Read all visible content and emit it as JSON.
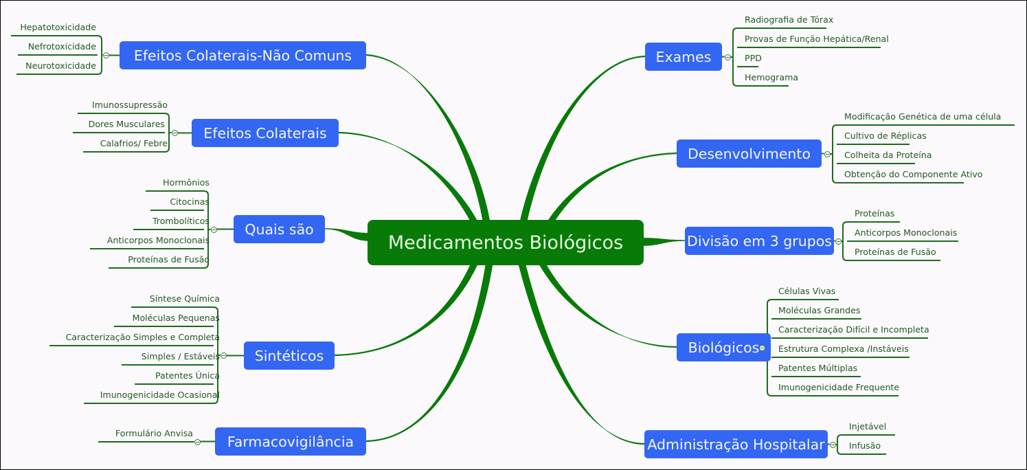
{
  "title": "Medicamentos Biológicos",
  "colors": {
    "central_bg": "#077a07",
    "topic_bg": "#3366f2",
    "branch": "#077a07",
    "leaf_line": "#1e6b1e",
    "leaf_text": "#1f5a1f",
    "background": "#fcf9fd"
  },
  "collapse_icon": "minus-circle-icon",
  "left_topics": [
    {
      "label": "Efeitos Colaterais-Não Comuns",
      "children": [
        "Hepatotoxicidade",
        "Nefrotoxicidade",
        "Neurotoxicidade"
      ]
    },
    {
      "label": "Efeitos Colaterais",
      "children": [
        "Imunossupressão",
        "Dores Musculares",
        "Calafrios/ Febre"
      ]
    },
    {
      "label": "Quais são",
      "children": [
        "Hormônios",
        "Citocinas",
        "Trombolíticos",
        "Anticorpos Monoclonais",
        "Proteínas de Fusão"
      ]
    },
    {
      "label": "Sintéticos",
      "children": [
        "Síntese Química",
        "Moléculas Pequenas",
        "Caracterização Simples e Completa",
        "Simples / Estáveis",
        "Patentes Única",
        "Imunogenicidade Ocasional"
      ]
    },
    {
      "label": "Farmacovigilância",
      "children": [
        "Formulário Anvisa"
      ]
    }
  ],
  "right_topics": [
    {
      "label": "Exames",
      "children": [
        "Radiografia de Tórax",
        "Provas de Função Hepática/Renal",
        "PPD",
        "Hemograma"
      ]
    },
    {
      "label": "Desenvolvimento",
      "children": [
        "Modificação Genética de uma célula",
        "Cultivo de Réplicas",
        "Colheita da Proteína",
        "Obtenção do Componente Ativo"
      ]
    },
    {
      "label": "Divisão em 3 grupos",
      "children": [
        "Proteínas",
        "Anticorpos Monoclonais",
        "Proteínas de Fusão"
      ]
    },
    {
      "label": "Biológicos",
      "children": [
        "Células Vivas",
        "Moléculas Grandes",
        "Caracterização Difícil e Incompleta",
        "Estrutura Complexa /Instáveis",
        "Patentes Múltiplas",
        "Imunogenicidade Frequente"
      ]
    },
    {
      "label": "Administração Hospitalar",
      "children": [
        "Injetável",
        "Infusão"
      ]
    }
  ]
}
